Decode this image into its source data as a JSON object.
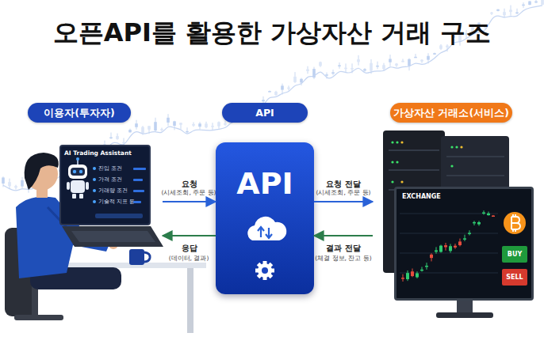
{
  "diagram": {
    "title": "오픈API를 활용한 가상자산 거래 구조",
    "nodes": [
      {
        "text": [
          "이용자(투자자)"
        ]
      },
      {
        "text": [
          "AI Trading Assistant",
          "진입 조건",
          "가격 조건",
          "거래량 조건",
          "기술적 지표 등"
        ],
        "in": 0
      },
      {
        "text": [
          "API"
        ]
      },
      {
        "text": [
          "API"
        ],
        "in": 2
      },
      {
        "text": [
          "가상자산 거래소(서비스)"
        ]
      },
      {
        "text": [
          "EXCHANGE"
        ],
        "in": 4
      },
      {
        "text": [
          "BUY"
        ],
        "in": 5
      },
      {
        "text": [
          "SELL"
        ],
        "in": 5
      }
    ],
    "edges": [
      {
        "from": 0,
        "to": 3,
        "arrow": "to",
        "label": "요청"
      },
      {
        "from": 3,
        "to": 0,
        "arrow": "to",
        "label": "응답"
      },
      {
        "from": 3,
        "to": 4,
        "arrow": "to",
        "label": "요청 전달"
      },
      {
        "from": 4,
        "to": 3,
        "arrow": "to",
        "label": "결과 전달"
      }
    ],
    "labels": [
      "(시세조회, 주문 등)",
      "(데이터, 결과)",
      "(시세조회, 주문 등)",
      "(체결 정보, 잔고 등)"
    ]
  }
}
